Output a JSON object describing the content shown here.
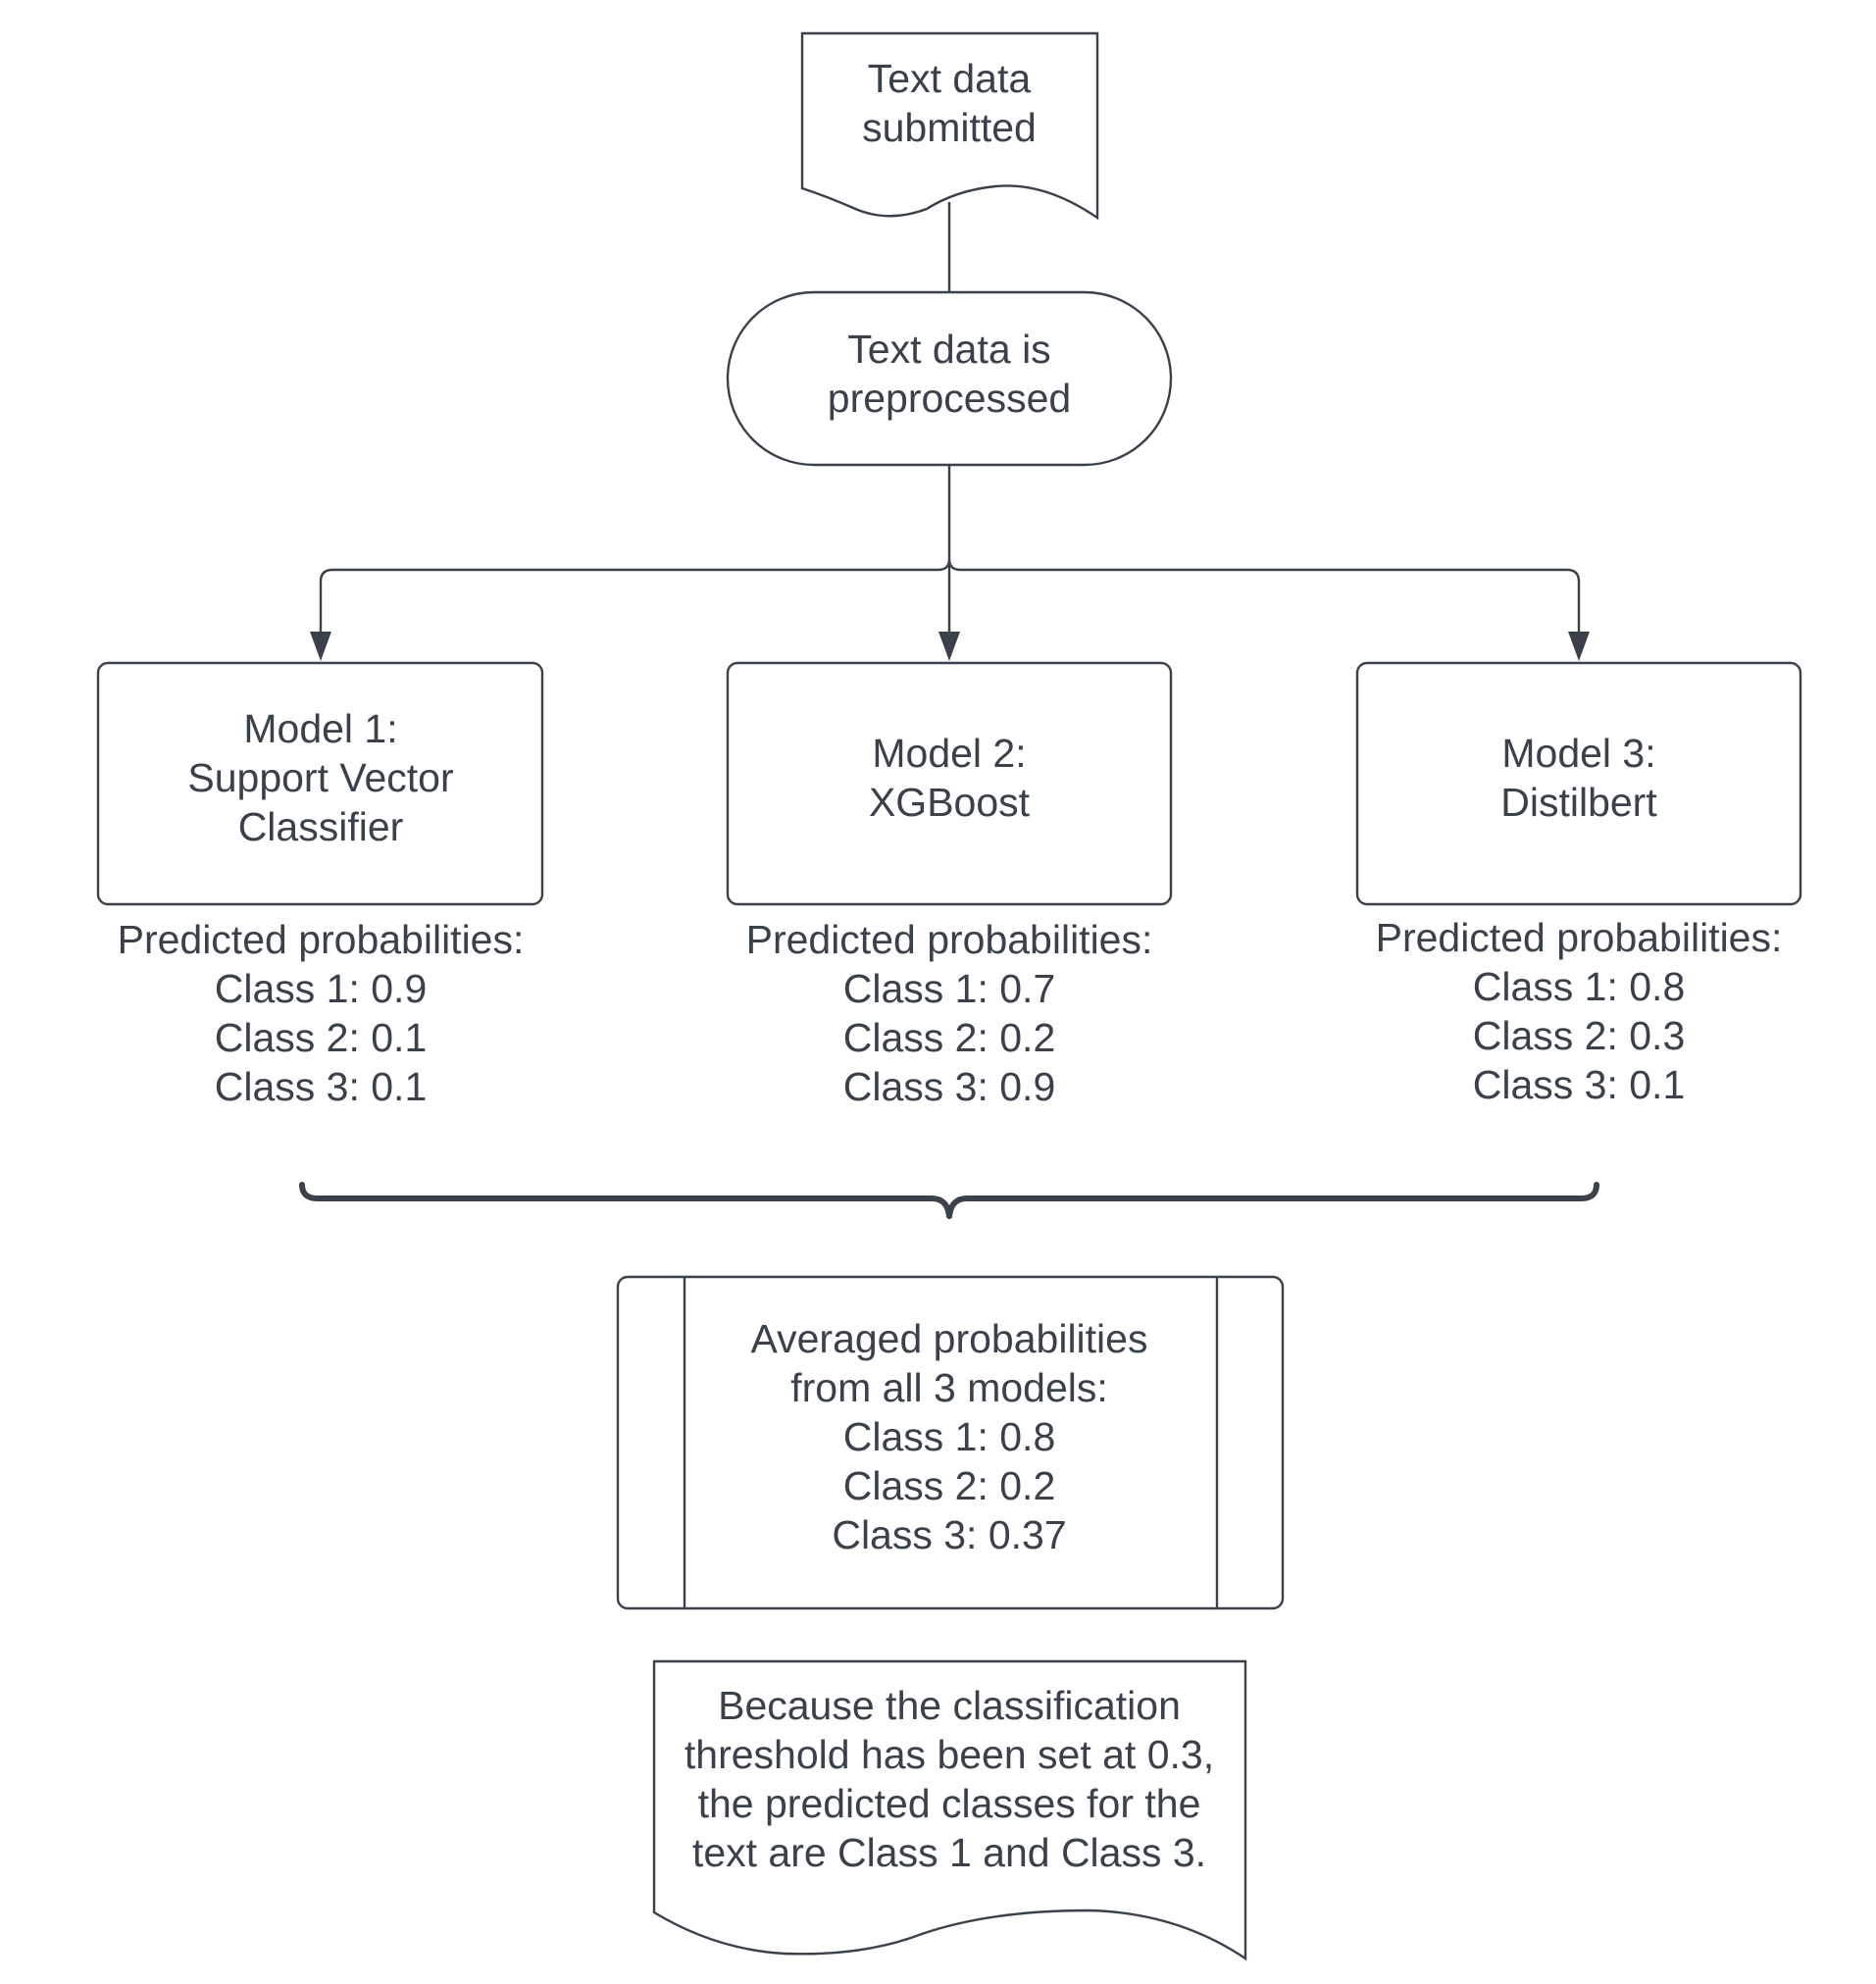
{
  "start": {
    "lines": [
      "Text data",
      "submitted"
    ]
  },
  "preprocess": {
    "lines": [
      "Text data is",
      "preprocessed"
    ]
  },
  "models": [
    {
      "lines": [
        "Model 1:",
        "Support Vector",
        "Classifier"
      ],
      "probabilities": [
        "Predicted probabilities:",
        "Class 1: 0.9",
        "Class 2: 0.1",
        "Class 3: 0.1"
      ]
    },
    {
      "lines": [
        "Model 2:",
        "XGBoost"
      ],
      "probabilities": [
        "Predicted probabilities:",
        "Class 1: 0.7",
        "Class 2: 0.2",
        "Class 3: 0.9"
      ]
    },
    {
      "lines": [
        "Model 3:",
        "Distilbert"
      ],
      "probabilities": [
        "Predicted probabilities:",
        "Class 1: 0.8",
        "Class 2: 0.3",
        "Class 3: 0.1"
      ]
    }
  ],
  "average": {
    "lines": [
      "Averaged probabilities",
      "from all 3 models:",
      "Class 1: 0.8",
      "Class 2: 0.2",
      "Class 3: 0.37"
    ]
  },
  "result": {
    "lines": [
      "Because the classification",
      "threshold has been set at 0.3,",
      "the predicted classes for the",
      "text are Class 1 and Class 3."
    ]
  }
}
